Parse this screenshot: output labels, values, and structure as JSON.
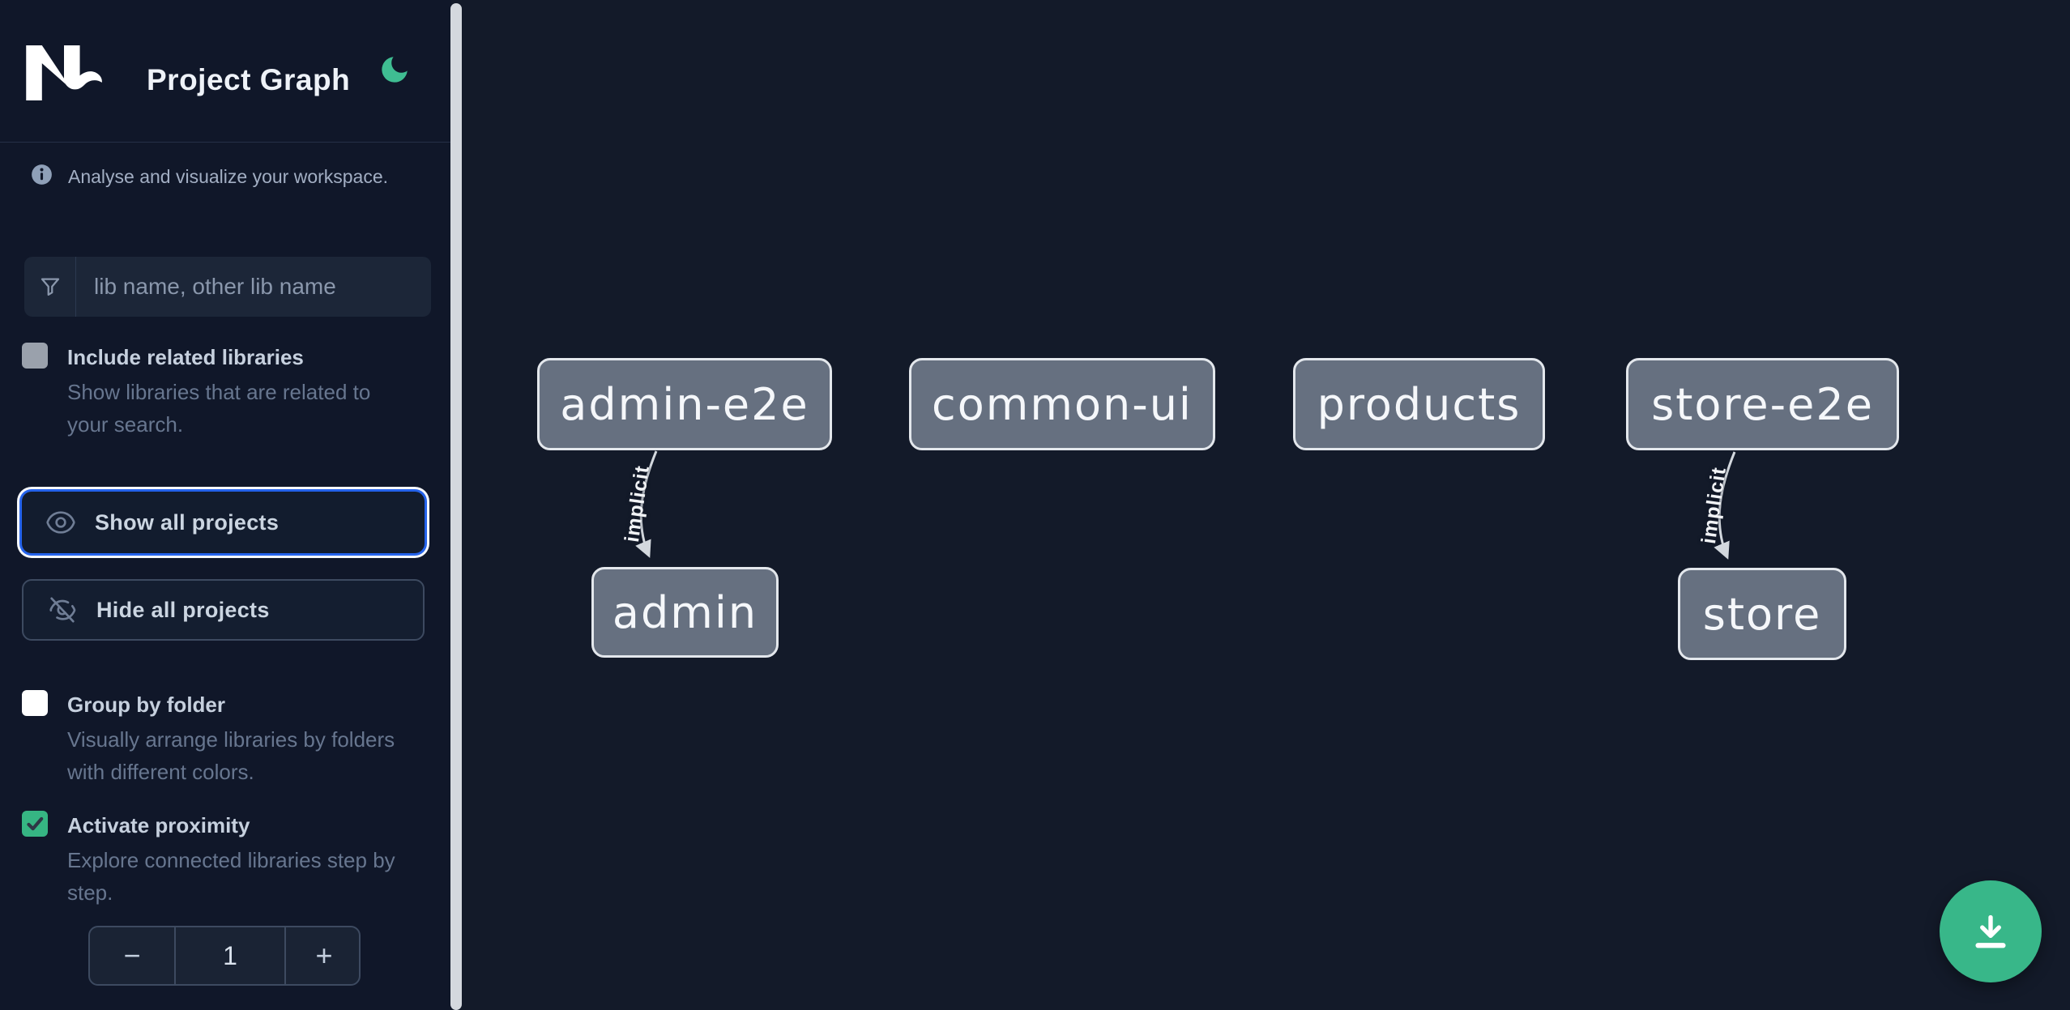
{
  "header": {
    "app": "Nx",
    "title": "Project Graph"
  },
  "sidebar": {
    "info_text": "Analyse and visualize your workspace.",
    "filter": {
      "placeholder": "lib name, other lib name",
      "value": ""
    },
    "include_related": {
      "label": "Include related libraries",
      "description": "Show libraries that are related to your search.",
      "checked": false
    },
    "show_all_label": "Show all projects",
    "hide_all_label": "Hide all projects",
    "group_by_folder": {
      "label": "Group by folder",
      "description": "Visually arrange libraries by folders with different colors.",
      "checked": false
    },
    "activate_proximity": {
      "label": "Activate proximity",
      "description": "Explore connected libraries step by step.",
      "checked": true
    },
    "proximity_stepper": {
      "decrement": "−",
      "value": "1",
      "increment": "+"
    }
  },
  "graph": {
    "nodes": [
      {
        "id": "admin-e2e",
        "label": "admin-e2e"
      },
      {
        "id": "common-ui",
        "label": "common-ui"
      },
      {
        "id": "products",
        "label": "products"
      },
      {
        "id": "store-e2e",
        "label": "store-e2e"
      },
      {
        "id": "admin",
        "label": "admin"
      },
      {
        "id": "store",
        "label": "store"
      }
    ],
    "edges": [
      {
        "source": "admin-e2e",
        "target": "admin",
        "label": "implicit",
        "type": "implicit"
      },
      {
        "source": "store-e2e",
        "target": "store",
        "label": "implicit",
        "type": "implicit"
      }
    ]
  },
  "colors": {
    "accent_green": "#3bb789",
    "focus_blue": "#2563eb",
    "node_fill": "#667080",
    "sidebar_bg": "#101729",
    "canvas_bg": "#131a29"
  },
  "fab": {
    "action": "download-image"
  }
}
